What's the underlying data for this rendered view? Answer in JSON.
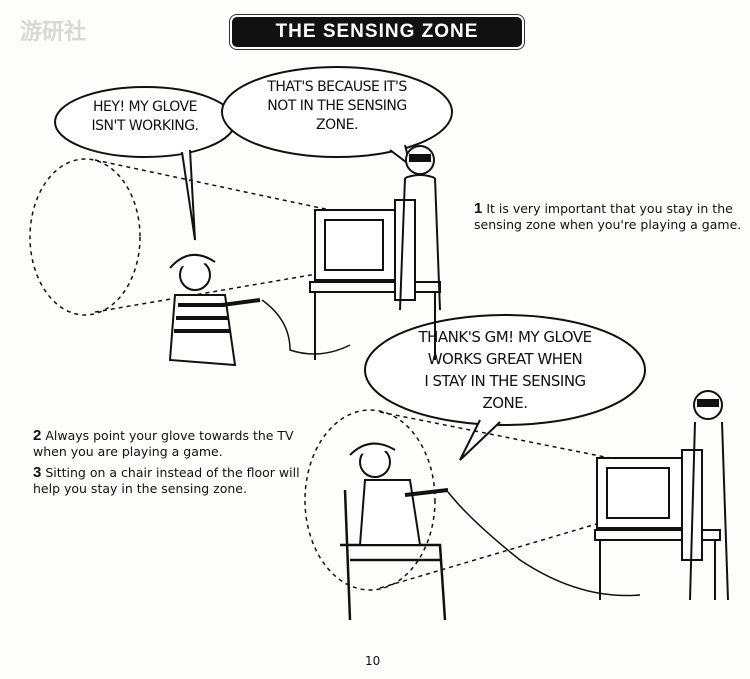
{
  "watermark": "游研社",
  "title": "THE SENSING ZONE",
  "bubbles": {
    "kid1": [
      "HEY! MY GLOVE",
      "ISN'T WORKING."
    ],
    "man1": [
      "THAT'S BECAUSE IT'S",
      "NOT IN THE SENSING",
      "ZONE."
    ],
    "kid2": [
      "THANK'S GM! MY GLOVE",
      "WORKS GREAT WHEN",
      "I STAY IN THE SENSING",
      "ZONE."
    ]
  },
  "tips": [
    {
      "num": "1",
      "text": "It is very important that you stay in the sensing zone when you're playing a game."
    },
    {
      "num": "2",
      "text": "Always point your glove towards the TV when you are playing a game."
    },
    {
      "num": "3",
      "text": "Sitting on a chair instead of the floor will help you stay in the sensing zone."
    }
  ],
  "page_number": "10"
}
